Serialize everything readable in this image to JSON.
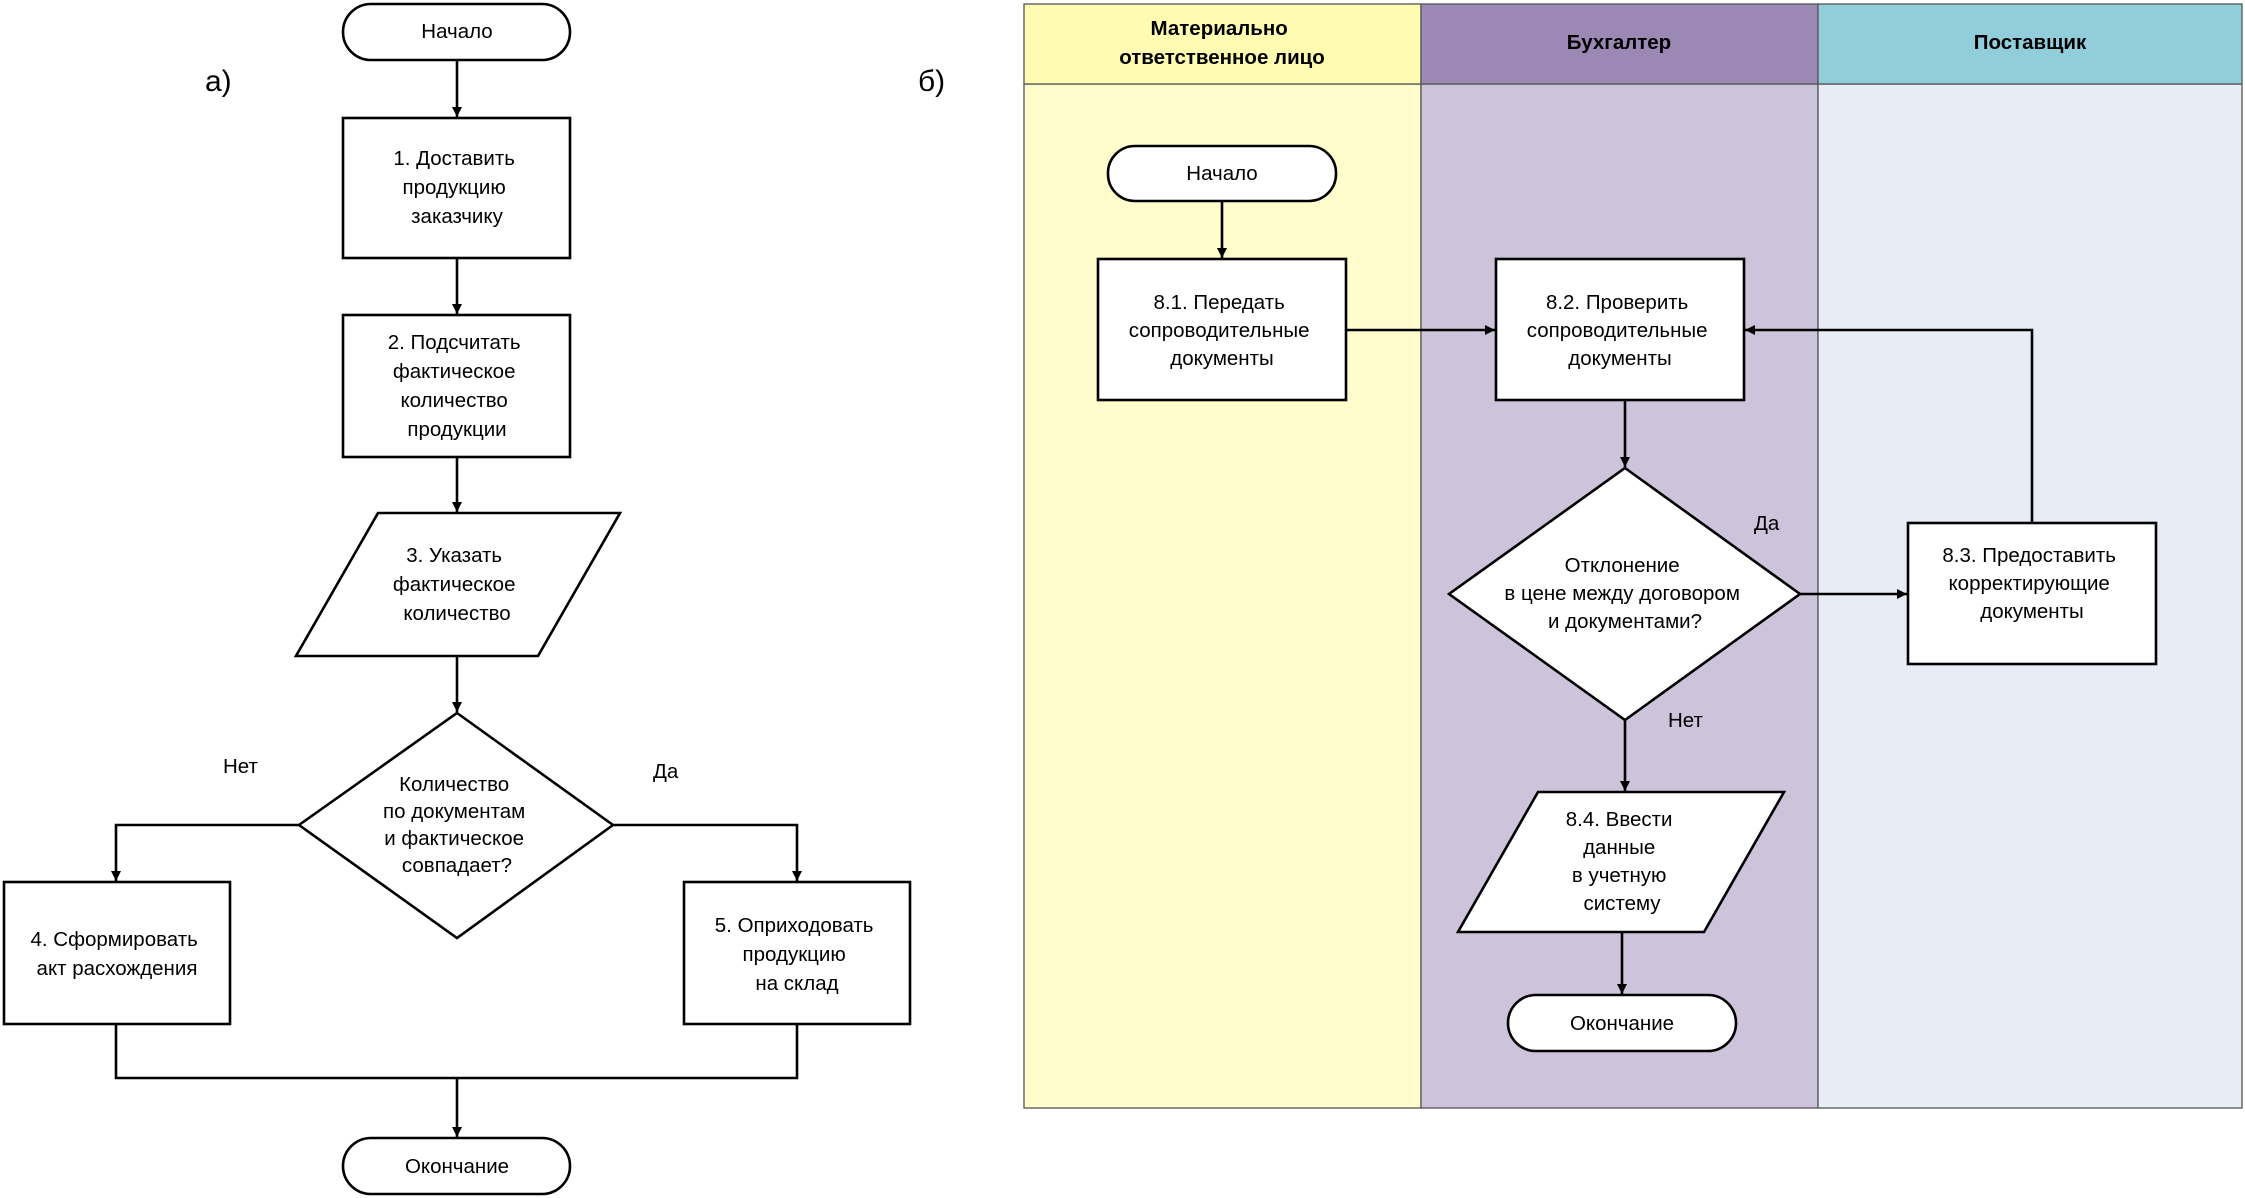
{
  "diagram_a": {
    "label": "а)",
    "start": "Начало",
    "step1": [
      "1. Доставить",
      "продукцию",
      "заказчику"
    ],
    "step2": [
      "2. Подсчитать",
      "фактическое",
      "количество",
      "продукции"
    ],
    "step3": [
      "3. Указать",
      "фактическое",
      "количество"
    ],
    "decision": [
      "Количество",
      "по документам",
      "и фактическое",
      "совпадает?"
    ],
    "no_label": "Нет",
    "yes_label": "Да",
    "step4": [
      "4. Сформировать",
      "акт расхождения"
    ],
    "step5": [
      "5. Оприходовать",
      "продукцию",
      "на склад"
    ],
    "end": "Окончание"
  },
  "diagram_b": {
    "label": "б)",
    "lanes": [
      {
        "title": [
          "Материально",
          "ответственное лицо"
        ],
        "header_color": "#fffbb0",
        "body_color": "#fffdcc"
      },
      {
        "title": [
          "Бухгалтер"
        ],
        "header_color": "#9b88b5",
        "body_color": "#cdc3da"
      },
      {
        "title": [
          "Поставщик"
        ],
        "header_color": "#92cddc",
        "body_color": "#e8ecf4"
      }
    ],
    "start": "Начало",
    "step81": [
      "8.1. Передать",
      "сопроводительные",
      "документы"
    ],
    "step82": [
      "8.2. Проверить",
      "сопроводительные",
      "документы"
    ],
    "decision": [
      "Отклонение",
      "в цене между договором",
      "и документами?"
    ],
    "yes_label": "Да",
    "no_label": "Нет",
    "step83": [
      "8.3. Предоставить",
      "корректирующие",
      "документы"
    ],
    "step84": [
      "8.4. Ввести",
      "данные",
      "в учетную",
      "систему"
    ],
    "end": "Окончание"
  }
}
